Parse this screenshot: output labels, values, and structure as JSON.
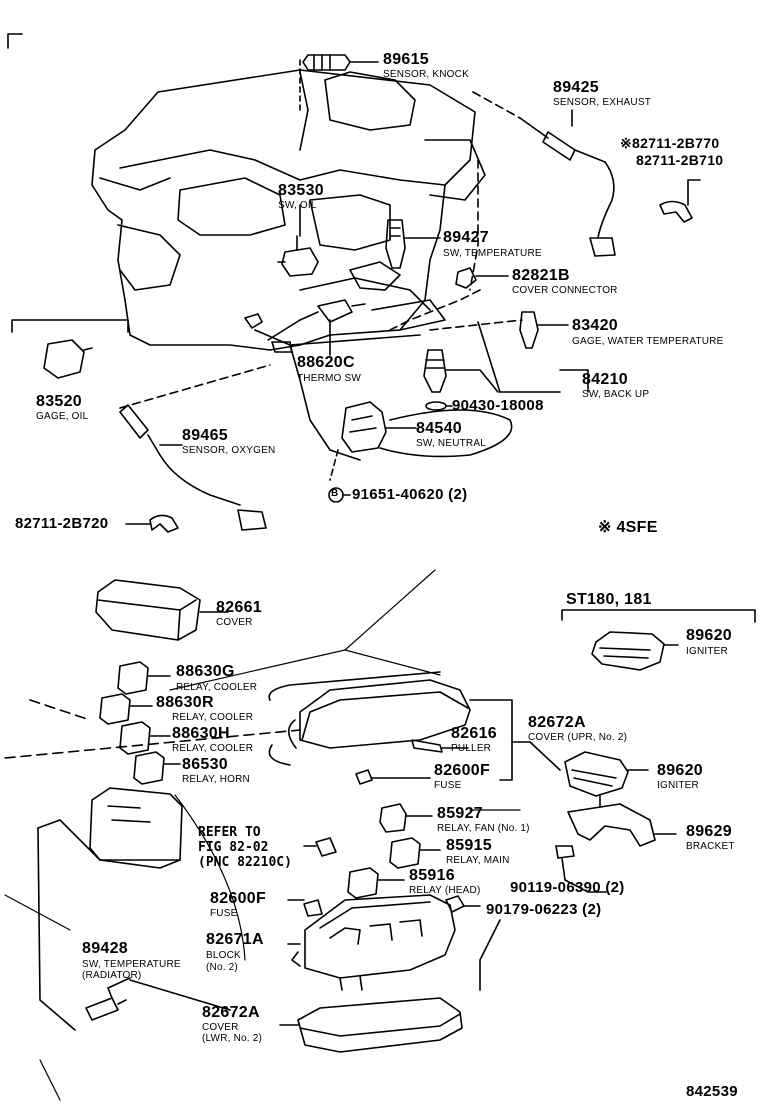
{
  "diagram_number": "842539",
  "variant_note": "※ 4SFE",
  "model_group": "ST180, 181",
  "refer_note": [
    "REFER TO",
    "FIG 82-02",
    "(PNC 82210C)"
  ],
  "circle_b": "B",
  "parts": {
    "p89615": {
      "num": "89615",
      "desc": "SENSOR, KNOCK"
    },
    "p89425": {
      "num": "89425",
      "desc": "SENSOR, EXHAUST"
    },
    "p82711_2b770": {
      "num": "※82711-2B770"
    },
    "p82711_2b710": {
      "num": "82711-2B710"
    },
    "p83530": {
      "num": "83530",
      "desc": "SW, OIL"
    },
    "p89427": {
      "num": "89427",
      "desc": "SW, TEMPERATURE"
    },
    "p82821b": {
      "num": "82821B",
      "desc": "COVER CONNECTOR"
    },
    "p83420": {
      "num": "83420",
      "desc": "GAGE, WATER TEMPERATURE"
    },
    "p83520": {
      "num": "83520",
      "desc": "GAGE, OIL"
    },
    "p88620c": {
      "num": "88620C",
      "desc": "THERMO SW"
    },
    "p84210": {
      "num": "84210",
      "desc": "SW, BACK UP"
    },
    "p90430": {
      "num": "90430-18008"
    },
    "p89465": {
      "num": "89465",
      "desc": "SENSOR, OXYGEN"
    },
    "p84540": {
      "num": "84540",
      "desc": "SW, NEUTRAL"
    },
    "p91651": {
      "num": "91651-40620 (2)"
    },
    "p82711_2b720": {
      "num": "82711-2B720"
    },
    "p82661": {
      "num": "82661",
      "desc": "COVER"
    },
    "p89620a": {
      "num": "89620",
      "desc": "IGNITER"
    },
    "p88630g": {
      "num": "88630G",
      "desc": "RELAY, COOLER"
    },
    "p88630r": {
      "num": "88630R",
      "desc": "RELAY, COOLER"
    },
    "p88630h": {
      "num": "88630H",
      "desc": "RELAY, COOLER"
    },
    "p82672a_upr": {
      "num": "82672A",
      "desc": "COVER (UPR, No. 2)"
    },
    "p82616": {
      "num": "82616",
      "desc": "PULLER"
    },
    "p86530": {
      "num": "86530",
      "desc": "RELAY, HORN"
    },
    "p89620b": {
      "num": "89620",
      "desc": "IGNITER"
    },
    "p82600f_a": {
      "num": "82600F",
      "desc": "FUSE"
    },
    "p85927": {
      "num": "85927",
      "desc": "RELAY, FAN (No. 1)"
    },
    "p89629": {
      "num": "89629",
      "desc": "BRACKET"
    },
    "p85915": {
      "num": "85915",
      "desc": "RELAY, MAIN"
    },
    "p85916": {
      "num": "85916",
      "desc": "RELAY (HEAD)"
    },
    "p90119": {
      "num": "90119-06390 (2)"
    },
    "p82600f_b": {
      "num": "82600F",
      "desc": "FUSE"
    },
    "p90179": {
      "num": "90179-06223 (2)"
    },
    "p82671a": {
      "num": "82671A",
      "desc1": "BLOCK",
      "desc2": "(No. 2)"
    },
    "p89428": {
      "num": "89428",
      "desc1": "SW, TEMPERATURE",
      "desc2": "(RADIATOR)"
    },
    "p82672a_lwr": {
      "num": "82672A",
      "desc1": "COVER",
      "desc2": "(LWR, No. 2)"
    }
  }
}
